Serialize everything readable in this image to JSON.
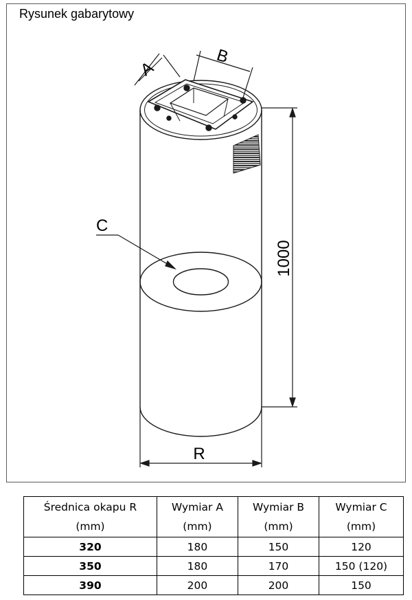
{
  "drawing": {
    "title": "Rysunek gabarytowy",
    "labels": {
      "a": "A",
      "b": "B",
      "c": "C",
      "r": "R",
      "height": "1000"
    }
  },
  "table": {
    "headers": [
      {
        "line1": "Średnica okapu R",
        "line2": "(mm)"
      },
      {
        "line1": "Wymiar A",
        "line2": "(mm)"
      },
      {
        "line1": "Wymiar B",
        "line2": "(mm)"
      },
      {
        "line1": "Wymiar C",
        "line2": "(mm)"
      }
    ],
    "rows": [
      [
        "320",
        "180",
        "150",
        "120"
      ],
      [
        "350",
        "180",
        "170",
        "150 (120)"
      ],
      [
        "390",
        "200",
        "200",
        "150"
      ]
    ]
  }
}
